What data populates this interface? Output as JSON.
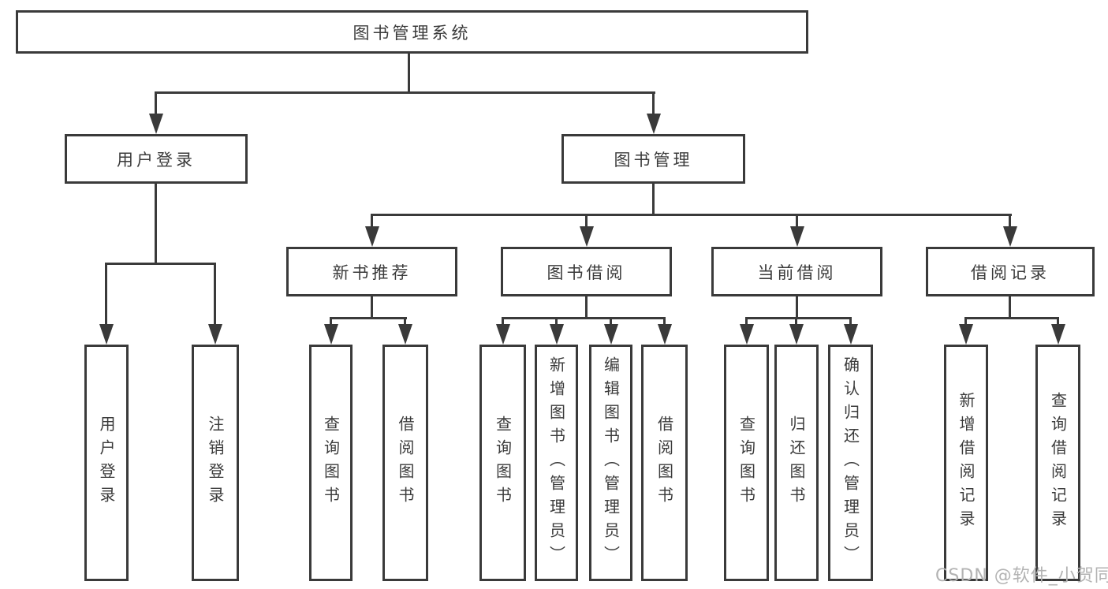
{
  "diagram_title": "图书管理系统",
  "nodes": {
    "root": {
      "label": "图书管理系统"
    },
    "user_login": {
      "label": "用户登录"
    },
    "book_mgmt": {
      "label": "图书管理"
    },
    "new_book": {
      "label": "新书推荐"
    },
    "book_borrow": {
      "label": "图书借阅"
    },
    "current_borrow": {
      "label": "当前借阅"
    },
    "borrow_record": {
      "label": "借阅记录"
    },
    "leaf_login": {
      "label": "用户登录"
    },
    "leaf_logout": {
      "label": "注销登录"
    },
    "leaf_nb_query": {
      "label": "查询图书"
    },
    "leaf_nb_borrow": {
      "label": "借阅图书"
    },
    "leaf_bb_query": {
      "label": "查询图书"
    },
    "leaf_bb_add": {
      "label": "新增图书（管理员）"
    },
    "leaf_bb_edit": {
      "label": "编辑图书（管理员）"
    },
    "leaf_bb_borrow": {
      "label": "借阅图书"
    },
    "leaf_cb_query": {
      "label": "查询图书"
    },
    "leaf_cb_return": {
      "label": "归还图书"
    },
    "leaf_cb_confirm": {
      "label": "确认归还（管理员）"
    },
    "leaf_br_add": {
      "label": "新增借阅记录"
    },
    "leaf_br_query": {
      "label": "查询借阅记录"
    }
  },
  "watermark": {
    "text": "CSDN @软件_小贺同学"
  },
  "colors": {
    "line": "#3a3a3a",
    "text": "#3b3b3b",
    "watermark": "#b3b3b3",
    "background": "#ffffff"
  }
}
